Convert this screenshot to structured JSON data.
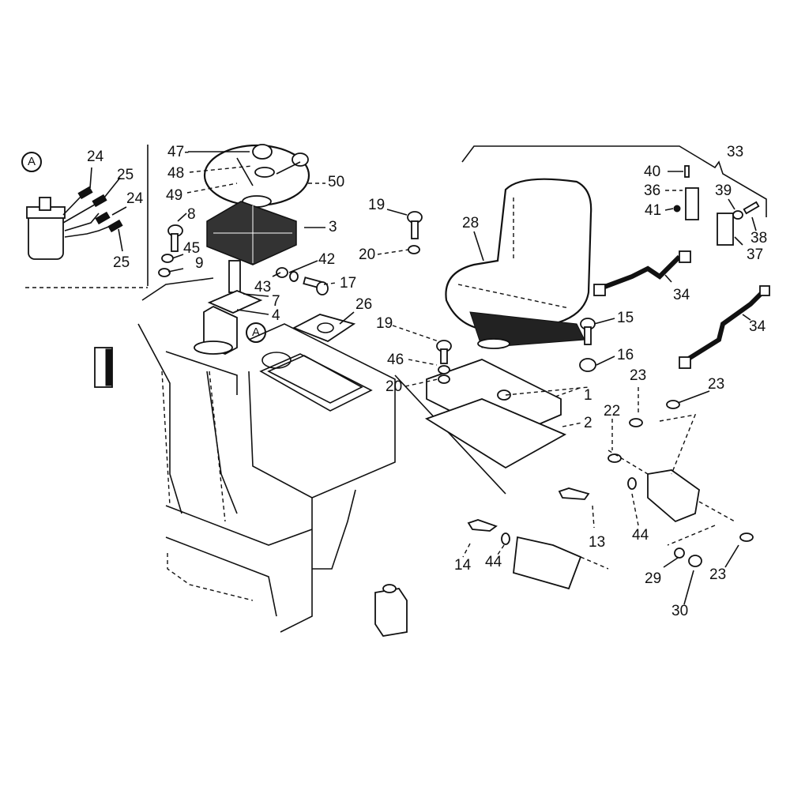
{
  "diagram": {
    "title": "Operator station exploded parts view",
    "detail_marker": "A",
    "inset": {
      "marker": "A",
      "callouts": [
        "24",
        "25",
        "24",
        "25"
      ]
    },
    "callouts": [
      {
        "id": "c47",
        "text": "47-"
      },
      {
        "id": "c48",
        "text": "48"
      },
      {
        "id": "c49",
        "text": "49"
      },
      {
        "id": "c50",
        "text": "50"
      },
      {
        "id": "c8",
        "text": "8"
      },
      {
        "id": "c3",
        "text": "3"
      },
      {
        "id": "c45",
        "text": "45"
      },
      {
        "id": "c9",
        "text": "9"
      },
      {
        "id": "c42",
        "text": "42"
      },
      {
        "id": "c43",
        "text": "43"
      },
      {
        "id": "c7",
        "text": "7"
      },
      {
        "id": "c17",
        "text": "17"
      },
      {
        "id": "c4",
        "text": "4"
      },
      {
        "id": "c26",
        "text": "26"
      },
      {
        "id": "c19a",
        "text": "19"
      },
      {
        "id": "c20a",
        "text": "20"
      },
      {
        "id": "c19b",
        "text": "19"
      },
      {
        "id": "c46",
        "text": "46"
      },
      {
        "id": "c20b",
        "text": "20"
      },
      {
        "id": "c1",
        "text": "1"
      },
      {
        "id": "c2",
        "text": "2"
      },
      {
        "id": "c28",
        "text": "28"
      },
      {
        "id": "c33",
        "text": "33"
      },
      {
        "id": "c40",
        "text": "40"
      },
      {
        "id": "c36",
        "text": "36"
      },
      {
        "id": "c41",
        "text": "41"
      },
      {
        "id": "c39",
        "text": "39"
      },
      {
        "id": "c38",
        "text": "38"
      },
      {
        "id": "c37",
        "text": "37"
      },
      {
        "id": "c34a",
        "text": "34"
      },
      {
        "id": "c34b",
        "text": "34"
      },
      {
        "id": "c15",
        "text": "15"
      },
      {
        "id": "c16",
        "text": "16"
      },
      {
        "id": "c23a",
        "text": "23"
      },
      {
        "id": "c23b",
        "text": "23"
      },
      {
        "id": "c22",
        "text": "22"
      },
      {
        "id": "c13",
        "text": "13"
      },
      {
        "id": "c44a",
        "text": "44"
      },
      {
        "id": "c14",
        "text": "14"
      },
      {
        "id": "c44b",
        "text": "44"
      },
      {
        "id": "c29",
        "text": "29"
      },
      {
        "id": "c23c",
        "text": "23"
      },
      {
        "id": "c30",
        "text": "30"
      }
    ]
  }
}
